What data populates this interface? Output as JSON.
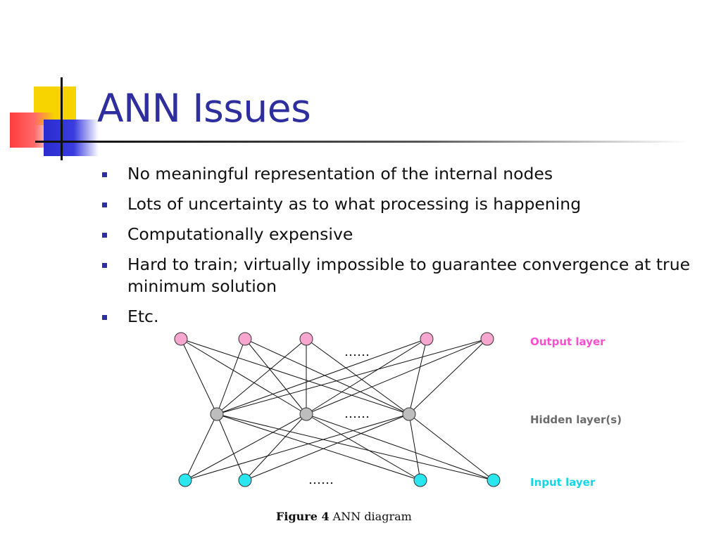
{
  "slide": {
    "title": "ANN Issues",
    "bullets": [
      "No meaningful representation of the internal nodes",
      "Lots of uncertainty as to what processing is happening",
      "Computationally expensive",
      "Hard to train; virtually impossible to guarantee convergence at true minimum solution",
      "Etc."
    ]
  },
  "diagram": {
    "labels": {
      "output": "Output layer",
      "hidden": "Hidden layer(s)",
      "input": "Input layer"
    },
    "ellipsis": "……",
    "caption": {
      "figure": "Figure 4",
      "text": "ANN diagram"
    },
    "colors": {
      "output_node": "#f7a6cf",
      "hidden_node": "#bdbdbd",
      "input_node": "#29e6ef",
      "output_label": "#ff4fd0",
      "hidden_label": "#6b6b6b",
      "input_label": "#14d6e6"
    }
  },
  "theme": {
    "title_color": "#2e2e9e",
    "bullet_color": "#2e2e9e"
  }
}
